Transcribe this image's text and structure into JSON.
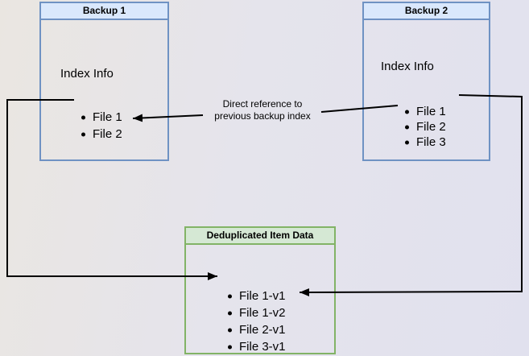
{
  "diagram": {
    "backup1": {
      "title": "Backup 1",
      "section_label": "Index Info",
      "files": [
        "File 1",
        "File 2"
      ]
    },
    "backup2": {
      "title": "Backup 2",
      "section_label": "Index Info",
      "files": [
        "File 1",
        "File 2",
        "File 3"
      ]
    },
    "dedup_store": {
      "title": "Deduplicated Item Data",
      "files": [
        "File 1-v1",
        "File 1-v2",
        "File 2-v1",
        "File 3-v1"
      ]
    },
    "annotation": {
      "line1": "Direct reference to",
      "line2": "previous backup index"
    },
    "colors": {
      "blue_header_bg": "#dae8fc",
      "blue_border": "#6f92c3",
      "green_header_bg": "#d5e8d4",
      "green_border": "#82b366",
      "arrow": "#000000",
      "background_warm": "#eae6e1",
      "background_cool": "#e1e1ee"
    }
  }
}
